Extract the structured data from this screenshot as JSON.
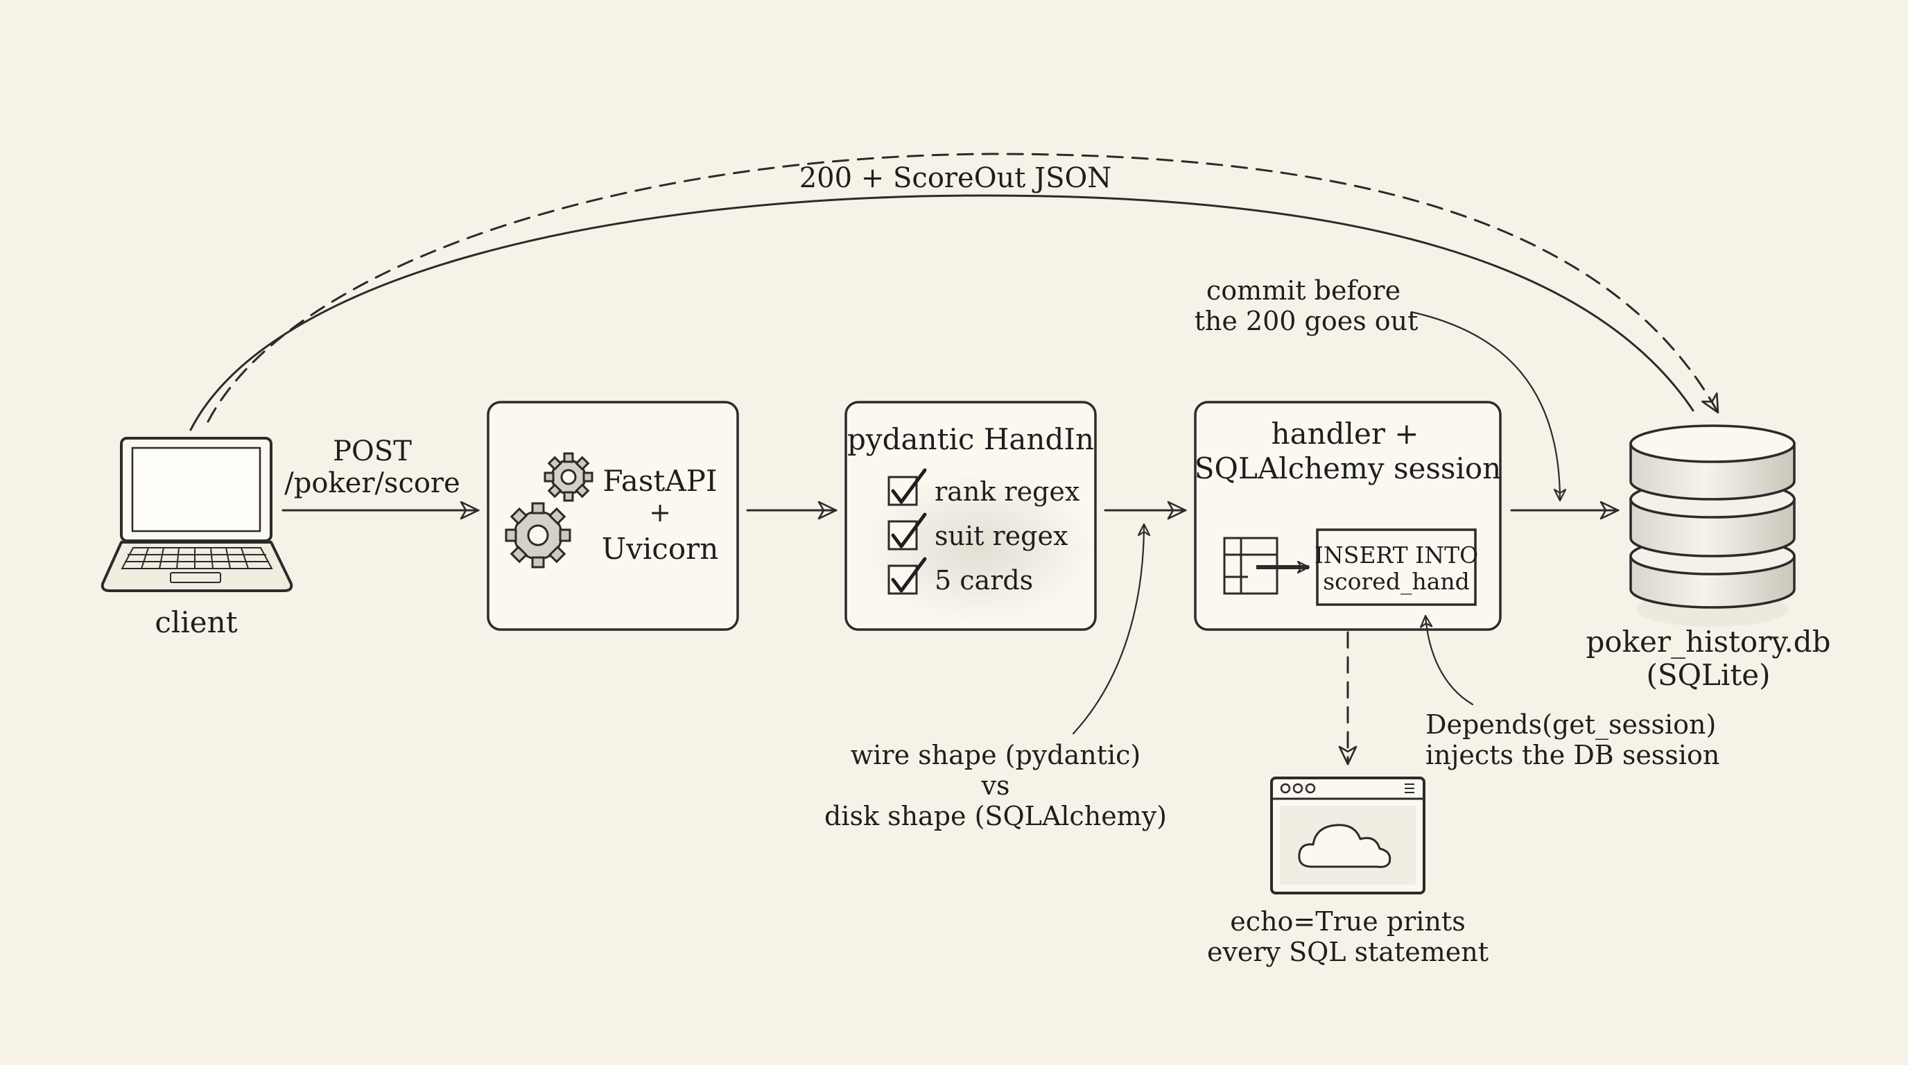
{
  "client": {
    "label": "client"
  },
  "request": {
    "line1": "POST",
    "line2": "/poker/score"
  },
  "fastapi": {
    "line1": "FastAPI",
    "line2": "+",
    "line3": "Uvicorn"
  },
  "pydantic": {
    "title": "pydantic HandIn",
    "checks": [
      "rank regex",
      "suit regex",
      "5 cards"
    ]
  },
  "handler": {
    "line1": "handler +",
    "line2": "SQLAlchemy session",
    "insert_line1": "INSERT INTO",
    "insert_line2": "scored_hand"
  },
  "database": {
    "line1": "poker_history.db",
    "line2": "(SQLite)"
  },
  "response": {
    "label": "200 + ScoreOut JSON"
  },
  "notes": {
    "commit_line1": "commit before",
    "commit_line2": "the 200 goes out",
    "shape_line1": "wire shape (pydantic)",
    "shape_line2": "vs",
    "shape_line3": "disk shape (SQLAlchemy)",
    "depends_line1": "Depends(get_session)",
    "depends_line2": "injects the DB session",
    "echo_line1": "echo=True prints",
    "echo_line2": "every SQL statement"
  },
  "icons": {
    "client": "laptop-icon",
    "fastapi": "gears-icon",
    "check": "checkbox-icon",
    "table": "table-icon",
    "database": "database-cylinder-icon",
    "console": "browser-window-cloud-icon"
  }
}
